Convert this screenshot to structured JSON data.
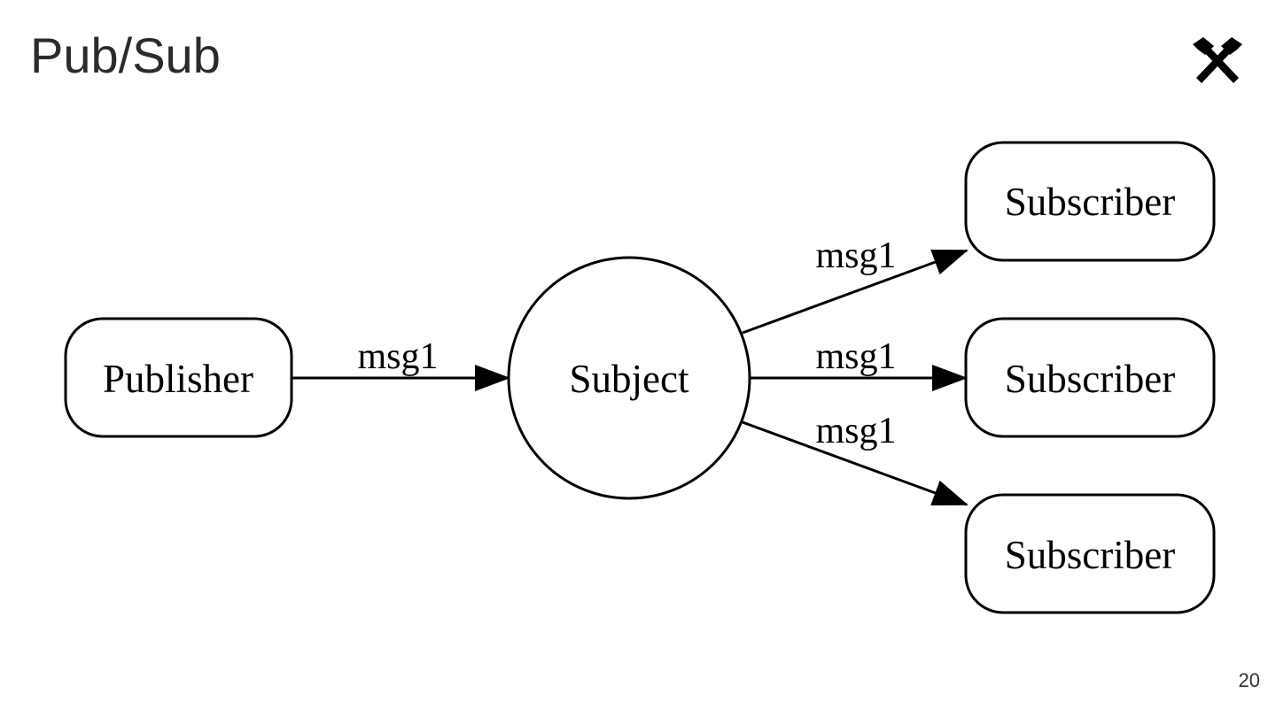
{
  "slide": {
    "title": "Pub/Sub",
    "page_number": "20",
    "logo_icon": "crossed-hammers-icon"
  },
  "diagram": {
    "nodes": {
      "publisher": {
        "label": "Publisher",
        "shape": "rounded-rectangle"
      },
      "subject": {
        "label": "Subject",
        "shape": "circle"
      },
      "subscriber_1": {
        "label": "Subscriber",
        "shape": "rounded-rectangle"
      },
      "subscriber_2": {
        "label": "Subscriber",
        "shape": "rounded-rectangle"
      },
      "subscriber_3": {
        "label": "Subscriber",
        "shape": "rounded-rectangle"
      }
    },
    "edges": [
      {
        "from": "publisher",
        "to": "subject",
        "label": "msg1"
      },
      {
        "from": "subject",
        "to": "subscriber_1",
        "label": "msg1"
      },
      {
        "from": "subject",
        "to": "subscriber_2",
        "label": "msg1"
      },
      {
        "from": "subject",
        "to": "subscriber_3",
        "label": "msg1"
      }
    ]
  }
}
